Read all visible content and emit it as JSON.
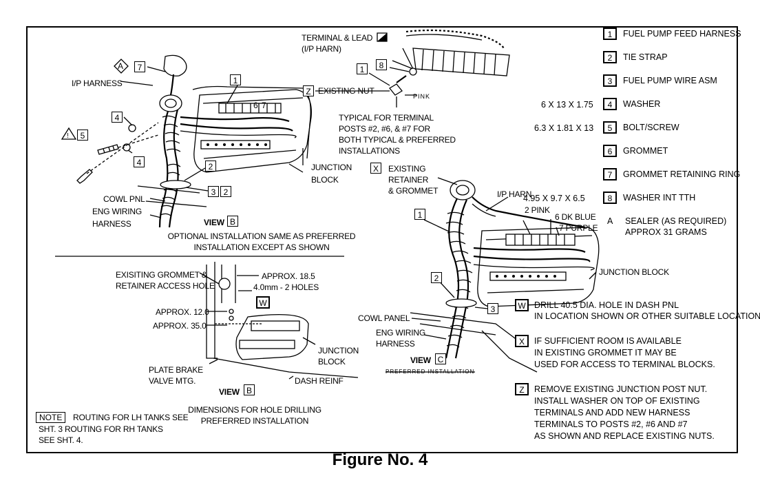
{
  "figure_title": "Figure No. 4",
  "legend": [
    {
      "num": "1",
      "text": "FUEL PUMP FEED HARNESS",
      "spec": ""
    },
    {
      "num": "2",
      "text": "TIE STRAP",
      "spec": ""
    },
    {
      "num": "3",
      "text": "FUEL PUMP WIRE ASM",
      "spec": ""
    },
    {
      "num": "4",
      "text": "WASHER",
      "spec": "6 X 13 X 1.75"
    },
    {
      "num": "5",
      "text": "BOLT/SCREW",
      "spec": "6.3 X 1.81 X 13"
    },
    {
      "num": "6",
      "text": "GROMMET",
      "spec": ""
    },
    {
      "num": "7",
      "text": "GROMMET RETAINING RING",
      "spec": ""
    },
    {
      "num": "8",
      "text": "WASHER INT TTH",
      "spec": "4.95 X 9.7 X 6.5"
    }
  ],
  "legend_a": {
    "letter": "A",
    "line1": "SEALER (AS REQUIRED)",
    "line2": "APPROX 31 GRAMS"
  },
  "top_left": {
    "ip_harness": "I/P HARNESS",
    "junction": "JUNCTION",
    "block": "BLOCK",
    "cowl_pnl": "COWL PNL",
    "eng_wiring": "ENG WIRING",
    "harness": "HARNESS",
    "view": "VIEW",
    "view_letter": "B",
    "caption_1": "OPTIONAL INSTALLATION SAME AS PREFERRED",
    "caption_2": "INSTALLATION EXCEPT AS SHOWN"
  },
  "top_middle": {
    "terminal_lead": "TERMINAL & LEAD",
    "ip_harn": "(I/P HARN)",
    "existing_nut": "EXISTING NUT",
    "pink": "PINK",
    "typical_1": "TYPICAL FOR TERMINAL",
    "typical_2": "POSTS #2, #6, & #7 FOR",
    "typical_3": "BOTH TYPICAL & PREFERRED",
    "typical_4": "INSTALLATIONS"
  },
  "view_c": {
    "existing": "EXISTING",
    "retainer": "RETAINER",
    "grommet": "& GROMMET",
    "ip_harn": "I/P HARN",
    "pink2": "2 PINK",
    "dk_blue6": "6 DK BLUE",
    "purple7": "7 PURPLE",
    "junction_block": "JUNCTION BLOCK",
    "cowl_panel": "COWL PANEL",
    "eng_wiring": "ENG WIRING",
    "harness": "HARNESS",
    "view": "VIEW",
    "view_letter": "C",
    "preferred": "PREFERRED INSTALLATION"
  },
  "view_b2": {
    "grommet_1": "EXISITING GROMMET &",
    "grommet_2": "RETAINER ACCESS HOLE",
    "approx185": "APPROX. 18.5",
    "holes": "4.0mm  - 2 HOLES",
    "approx12": "APPROX. 12.0",
    "approx35": "APPROX. 35.0",
    "junction": "JUNCTION",
    "block": "BLOCK",
    "plate_1": "PLATE BRAKE",
    "plate_2": "VALVE MTG.",
    "dash_reinf": "DASH REINF",
    "view": "VIEW",
    "view_letter": "B",
    "dim_1": "DIMENSIONS FOR HOLE DRILLING",
    "dim_2": "PREFERRED INSTALLATION"
  },
  "notes_right": {
    "w_letter": "W",
    "w_1": "DRILL  40.5 DIA. HOLE IN DASH PNL",
    "w_2": "IN LOCATION SHOWN OR OTHER SUITABLE LOCATION.",
    "x_letter": "X",
    "x_1": "IF SUFFICIENT ROOM IS AVAILABLE",
    "x_2": "IN EXISTING GROMMET IT MAY BE",
    "x_3": "USED FOR ACCESS TO TERMINAL BLOCKS.",
    "z_letter": "Z",
    "z_1": "REMOVE EXISTING JUNCTION POST NUT.",
    "z_2": "INSTALL WASHER ON TOP OF EXISTING",
    "z_3": "TERMINALS AND ADD NEW HARNESS",
    "z_4": "TERMINALS TO POSTS #2, #6 AND #7",
    "z_5": "AS SHOWN AND REPLACE EXISTING NUTS."
  },
  "note": {
    "label": "NOTE",
    "line1": "ROUTING FOR LH TANKS SEE",
    "line2": "SHT. 3 ROUTING FOR RH TANKS",
    "line3": "SEE SHT. 4."
  },
  "callouts": {
    "n1": "1",
    "n2": "2",
    "n3": "3",
    "n4": "4",
    "n5": "5",
    "n6": "6",
    "n7": "7",
    "n8": "8",
    "a": "A",
    "z": "Z",
    "x": "X",
    "w": "W"
  }
}
